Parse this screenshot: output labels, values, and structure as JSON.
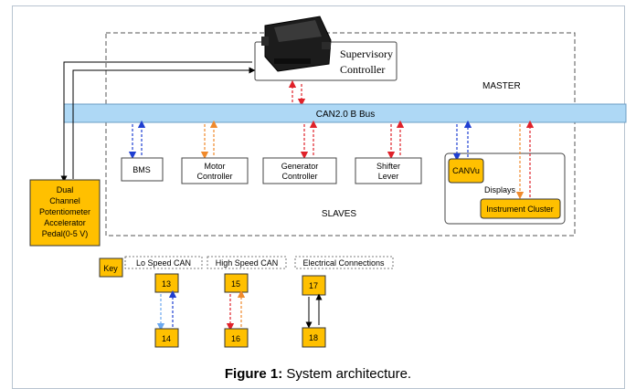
{
  "diagram": {
    "supervisory_label_line1": "Supervisory",
    "supervisory_label_line2": "Controller",
    "master_label": "MASTER",
    "bus_label": "CAN2.0 B Bus",
    "slaves_label": "SLAVES",
    "nodes": {
      "bms": "BMS",
      "motor_line1": "Motor",
      "motor_line2": "Controller",
      "generator_line1": "Generator",
      "generator_line2": "Controller",
      "shifter_line1": "Shifter",
      "shifter_line2": "Lever",
      "canvu": "CANVu",
      "displays": "Displays",
      "cluster": "Instrument Cluster"
    },
    "pedal": {
      "line1": "Dual",
      "line2": "Channel",
      "line3": "Potentiometer",
      "line4": "Accelerator",
      "line5": "Pedal(0-5 V)"
    },
    "key": {
      "label": "Key",
      "lo_speed": "Lo Speed CAN",
      "high_speed": "High Speed CAN",
      "electrical": "Electrical Connections",
      "n13": "13",
      "n14": "14",
      "n15": "15",
      "n16": "16",
      "n17": "17",
      "n18": "18"
    }
  },
  "caption": {
    "prefix": "Figure 1:",
    "text": " System architecture."
  },
  "colors": {
    "bus_fill": "#aed8f5",
    "bus_stroke": "#6a9cc4",
    "node_yellow": "#ffc000",
    "arrow_blue": "#1f3fd1",
    "arrow_red": "#e0222a",
    "arrow_orange": "#f08a2c",
    "arrow_black": "#000000"
  }
}
